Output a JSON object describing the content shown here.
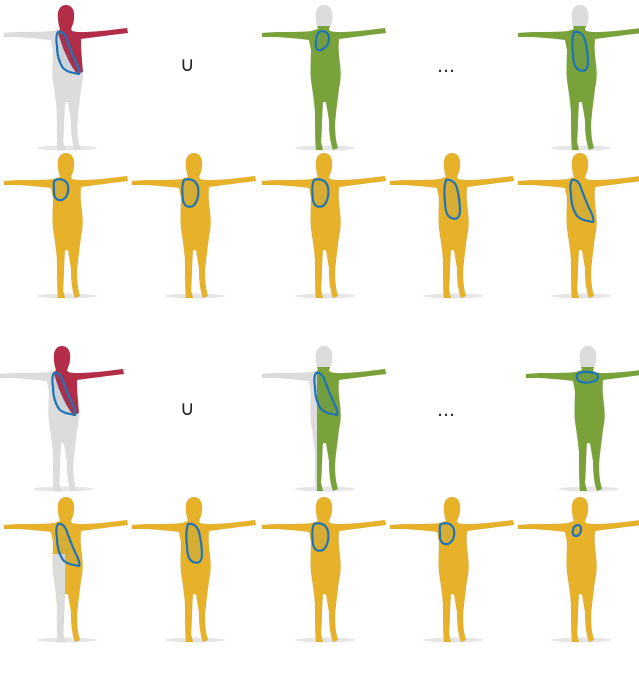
{
  "symbols": {
    "union": "∪",
    "ellipsis": "…"
  },
  "colors": {
    "background": "#ffffff",
    "gray_body": "#dcdcdc",
    "red_region": "#b12d48",
    "green_body": "#7aa23a",
    "yellow_body": "#e7b22a",
    "outline": "#1f74b6"
  },
  "rows": [
    {
      "figures": [
        {
          "body": "gray",
          "region": "red",
          "outline": "torso-side-large"
        },
        {
          "body": "green-lower",
          "outline": "chest-left"
        },
        {
          "body": "green-lower",
          "outline": "torso-side"
        }
      ]
    },
    {
      "figures": [
        {
          "body": "yellow",
          "outline": "chest-small"
        },
        {
          "body": "yellow",
          "outline": "chest-mid"
        },
        {
          "body": "yellow",
          "outline": "chest-mid"
        },
        {
          "body": "yellow",
          "outline": "torso-side"
        },
        {
          "body": "yellow",
          "outline": "torso-side-large"
        }
      ]
    },
    {
      "figures": [
        {
          "body": "gray",
          "region": "red",
          "outline": "torso-side-large"
        },
        {
          "body": "green-side",
          "outline": "torso-side-large"
        },
        {
          "body": "green-lower",
          "outline": "chest-band"
        }
      ]
    },
    {
      "figures": [
        {
          "body": "yellow-side",
          "outline": "torso-side-large"
        },
        {
          "body": "yellow",
          "outline": "torso-side"
        },
        {
          "body": "yellow",
          "outline": "chest-mid"
        },
        {
          "body": "yellow",
          "outline": "chest-small"
        },
        {
          "body": "yellow",
          "outline": "chest-tiny"
        }
      ]
    }
  ]
}
